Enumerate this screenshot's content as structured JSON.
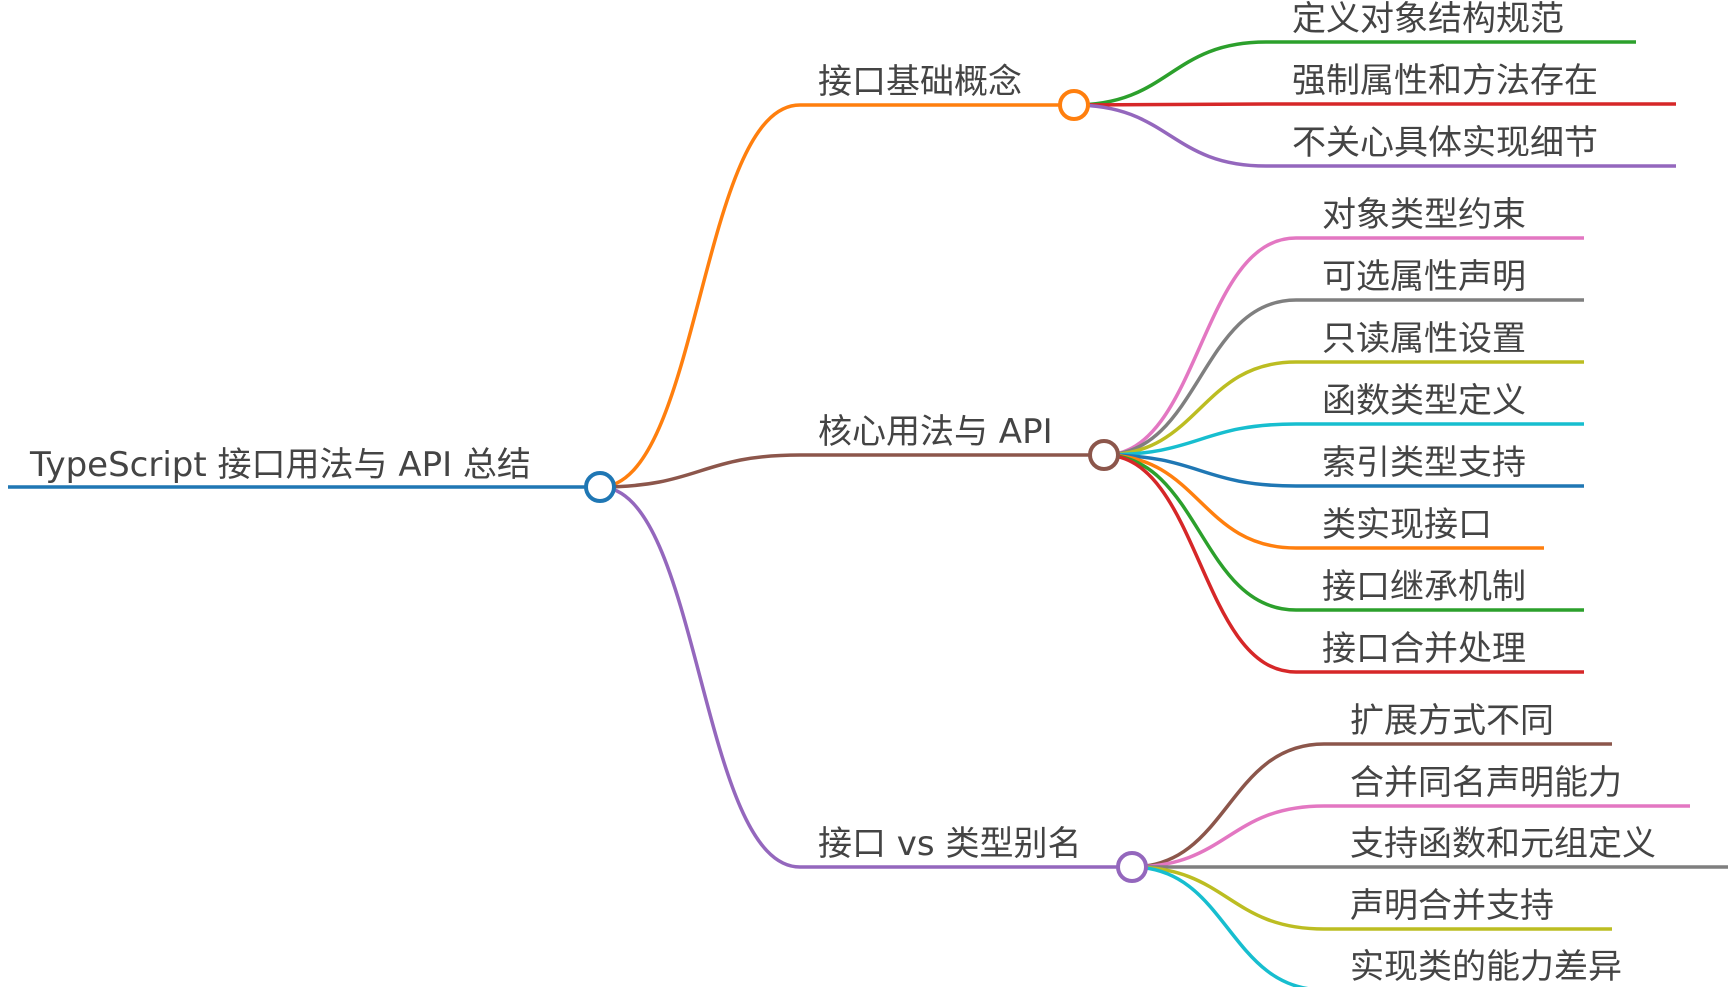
{
  "root": {
    "label": "TypeScript 接口用法与 API 总结",
    "color": "#1f77b4"
  },
  "branches": [
    {
      "label": "接口基础概念",
      "color": "#ff7f0e",
      "children": [
        {
          "label": "定义对象结构规范",
          "color": "#2ca02c"
        },
        {
          "label": "强制属性和方法存在",
          "color": "#d62728"
        },
        {
          "label": "不关心具体实现细节",
          "color": "#9467bd"
        }
      ]
    },
    {
      "label": "核心用法与 API",
      "color": "#8c564b",
      "children": [
        {
          "label": "对象类型约束",
          "color": "#e377c2"
        },
        {
          "label": "可选属性声明",
          "color": "#7f7f7f"
        },
        {
          "label": "只读属性设置",
          "color": "#bcbd22"
        },
        {
          "label": "函数类型定义",
          "color": "#17becf"
        },
        {
          "label": "索引类型支持",
          "color": "#1f77b4"
        },
        {
          "label": "类实现接口",
          "color": "#ff7f0e"
        },
        {
          "label": "接口继承机制",
          "color": "#2ca02c"
        },
        {
          "label": "接口合并处理",
          "color": "#d62728"
        }
      ]
    },
    {
      "label": "接口 vs 类型别名",
      "color": "#9467bd",
      "children": [
        {
          "label": "扩展方式不同",
          "color": "#8c564b"
        },
        {
          "label": "合并同名声明能力",
          "color": "#e377c2"
        },
        {
          "label": "支持函数和元组定义",
          "color": "#7f7f7f"
        },
        {
          "label": "声明合并支持",
          "color": "#bcbd22"
        },
        {
          "label": "实现类的能力差异",
          "color": "#17becf"
        }
      ]
    }
  ]
}
